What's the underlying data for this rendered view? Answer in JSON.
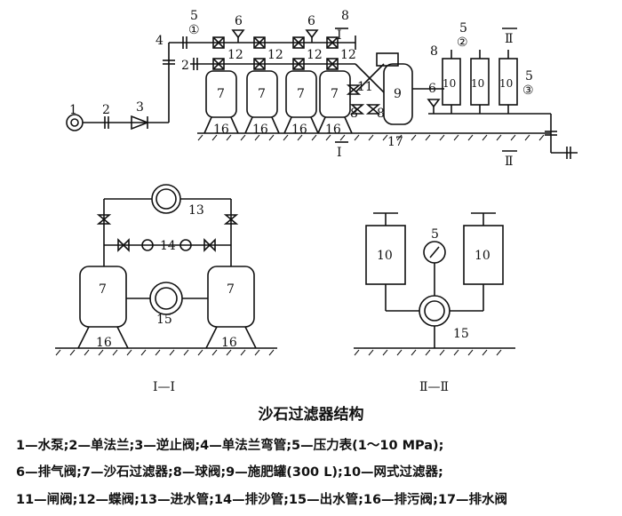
{
  "title": "沙石过滤器结构",
  "legend": [
    "1—水泵;2—单法兰;3—逆止阀;4—单法兰弯管;5—压力表(1～10 MPa);",
    "6—排气阀;7—沙石过滤器;8—球阀;9—施肥罐(300 L);10—网式过滤器;",
    "11—闸阀;12—蝶阀;13—进水管;14—排沙管;15—出水管;16—排污阀;17—排水阀"
  ],
  "labels": {
    "n1": "1",
    "n2": "2",
    "n2b": "2",
    "n3": "3",
    "n4": "4",
    "n5": "5",
    "n5b": "5",
    "n5c": "5",
    "n5d": "5",
    "n6": "6",
    "n6b": "6",
    "n6c": "6",
    "n7": "7",
    "n8": "8",
    "n8b": "8",
    "n8c": "8",
    "n8d": "8",
    "n9": "9",
    "n10": "10",
    "n11": "11",
    "n12": "12",
    "n13": "13",
    "n14": "14",
    "n15": "15",
    "n16": "16",
    "n17": "17",
    "c1": "①",
    "c2": "②",
    "c3": "③",
    "sec1": "Ⅰ",
    "sec2": "Ⅱ",
    "view1": "Ⅰ—Ⅰ",
    "view2": "Ⅱ—Ⅱ"
  }
}
